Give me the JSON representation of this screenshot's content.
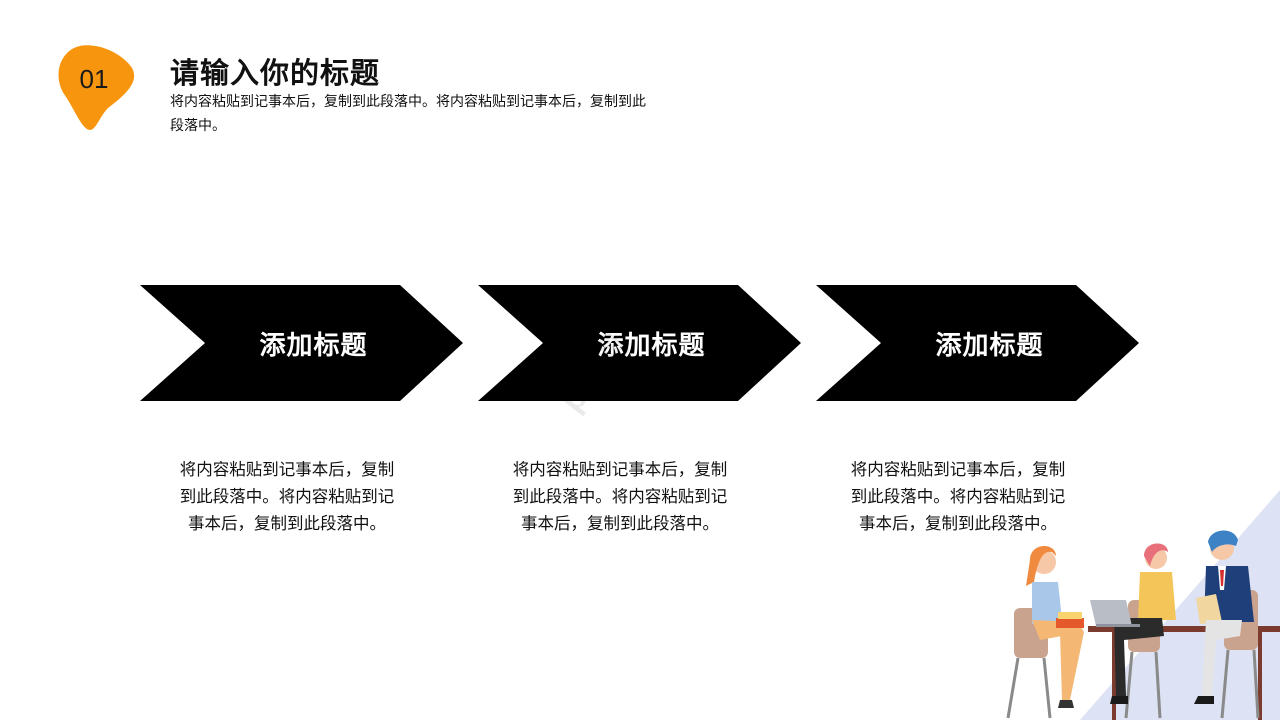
{
  "header": {
    "number": "01",
    "title": "请输入你的标题",
    "subtitle": "将内容粘贴到记事本后，复制到此段落中。将内容粘贴到记事本后，复制到此段落中。"
  },
  "steps": [
    {
      "label": "添加标题",
      "text": "将内容粘贴到记事本后，复制到此段落中。将内容粘贴到记事本后，复制到此段落中。"
    },
    {
      "label": "添加标题",
      "text": "将内容粘贴到记事本后，复制到此段落中。将内容粘贴到记事本后，复制到此段落中。"
    },
    {
      "label": "添加标题",
      "text": "将内容粘贴到记事本后，复制到此段落中。将内容粘贴到记事本后，复制到此段落中。"
    }
  ],
  "colors": {
    "accent": "#F7960E",
    "arrow": "#000000",
    "text": "#111111",
    "illustration_bg": "#DDE3F4"
  },
  "watermark": {
    "text": "ppt网"
  }
}
